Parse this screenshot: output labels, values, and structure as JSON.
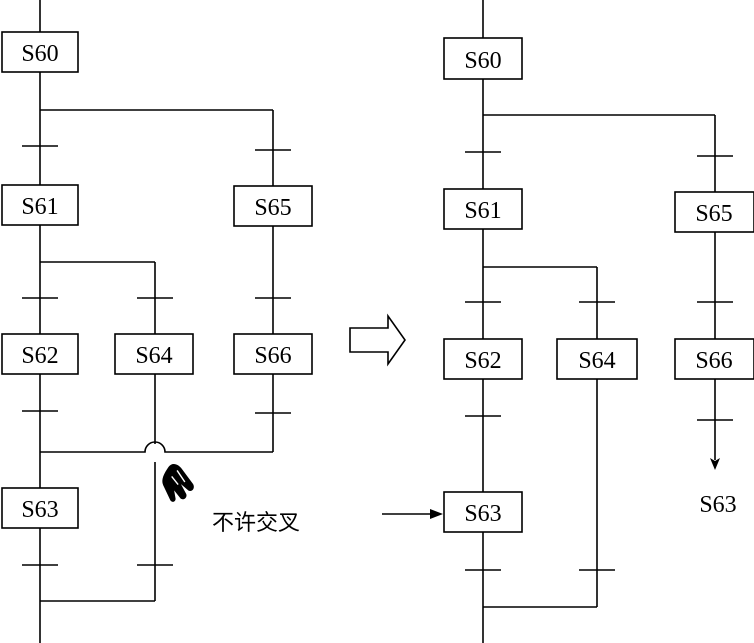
{
  "left_chart": {
    "steps": {
      "s60": "S60",
      "s61": "S61",
      "s62": "S62",
      "s63": "S63",
      "s64": "S64",
      "s65": "S65",
      "s66": "S66"
    }
  },
  "right_chart": {
    "steps": {
      "s60": "S60",
      "s61": "S61",
      "s62": "S62",
      "s63": "S63",
      "s64": "S64",
      "s65": "S65",
      "s66": "S66"
    },
    "jump_target": "S63"
  },
  "annotation": {
    "text": "不许交叉",
    "icon": "pointing-hand-icon"
  },
  "arrow": {
    "icon": "hollow-right-arrow-icon"
  }
}
